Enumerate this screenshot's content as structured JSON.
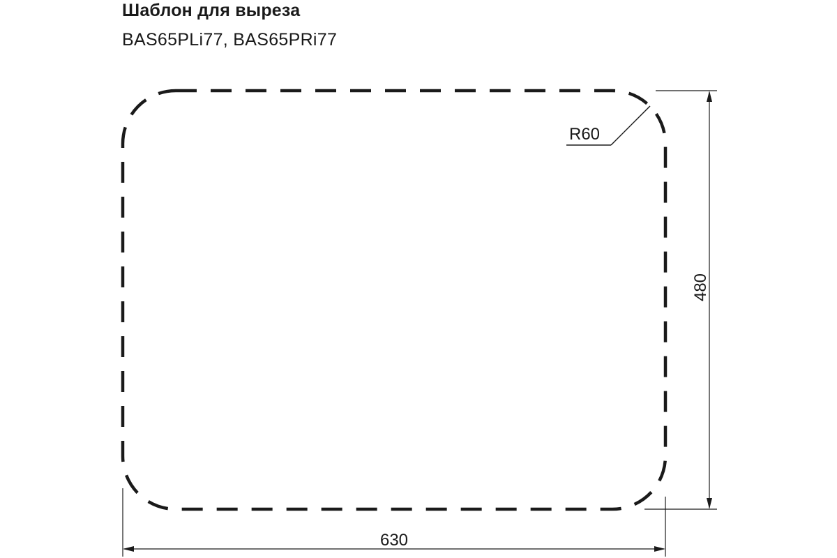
{
  "header": {
    "title": "Шаблон для выреза",
    "models": "BAS65PLi77, BAS65PRi77"
  },
  "drawing": {
    "width": "630",
    "height": "480",
    "radius": "R60"
  },
  "colors": {
    "line": "#1a1a1a",
    "background": "#ffffff"
  }
}
